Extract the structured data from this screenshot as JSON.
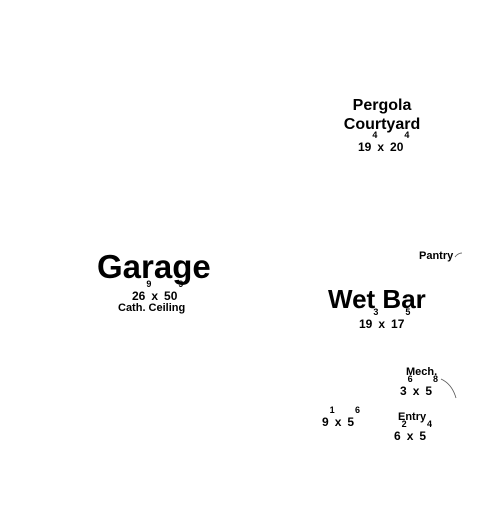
{
  "rooms": {
    "pergola": {
      "name1": "Pergola",
      "name2": "Courtyard",
      "w": "19",
      "w_frac": "4",
      "h": "20",
      "h_frac": "4"
    },
    "garage": {
      "name": "Garage",
      "w": "26",
      "w_frac": "9",
      "h": "50",
      "h_frac": "9",
      "note": "Cath. Ceiling"
    },
    "pantry": {
      "name": "Pantry"
    },
    "wetbar": {
      "name": "Wet Bar",
      "w": "19",
      "w_frac": "3",
      "h": "17",
      "h_frac": "5"
    },
    "mech": {
      "name": "Mech.",
      "w": "3",
      "w_frac": "6",
      "h": "5",
      "h_frac": "8"
    },
    "unnamed": {
      "w": "9",
      "w_frac": "1",
      "h": "5",
      "h_frac": "6"
    },
    "entry": {
      "name": "Entry",
      "w": "6",
      "w_frac": "2",
      "h": "5",
      "h_frac": "4"
    }
  },
  "separator": "x"
}
